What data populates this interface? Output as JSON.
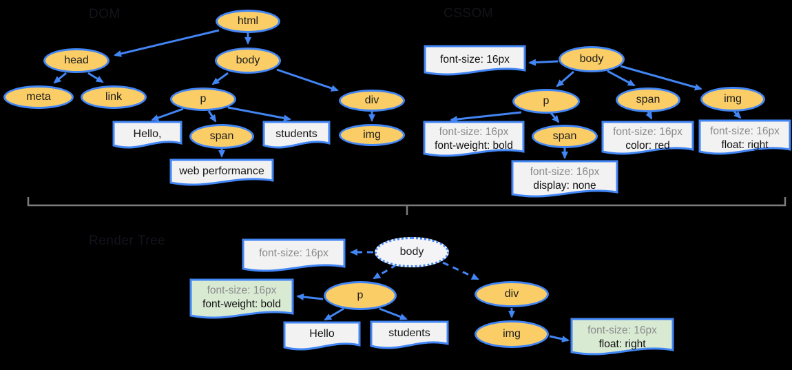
{
  "trees": {
    "dom": {
      "label": "DOM",
      "nodes": {
        "html": "html",
        "head": "head",
        "meta": "meta",
        "link": "link",
        "body": "body",
        "p": "p",
        "span": "span",
        "div": "div",
        "img": "img"
      },
      "text_boxes": {
        "hello": "Hello,",
        "students": "students",
        "web_performance": "web performance"
      }
    },
    "cssom": {
      "label": "CSSOM",
      "nodes": {
        "body": "body",
        "p": "p",
        "span": "span",
        "img": "img",
        "p_span": "span"
      },
      "style_boxes": {
        "body_style": {
          "line1": "font-size: 16px"
        },
        "p_style": {
          "line1": "font-size: 16px",
          "line2": "font-weight: bold"
        },
        "p_span_style": {
          "line1": "font-size: 16px",
          "line2": "display: none"
        },
        "span_style": {
          "line1": "font-size: 16px",
          "line2": "color: red"
        },
        "img_style": {
          "line1": "font-size: 16px",
          "line2": "float: right"
        }
      }
    },
    "render": {
      "label": "Render Tree",
      "nodes": {
        "body": "body",
        "p": "p",
        "div": "div",
        "img": "img"
      },
      "text_boxes": {
        "hello": "Hello",
        "students": "students"
      },
      "style_boxes": {
        "body_style": {
          "line1": "font-size: 16px"
        },
        "p_style": {
          "line1": "font-size: 16px",
          "line2": "font-weight: bold"
        },
        "img_style": {
          "line1": "font-size: 16px",
          "line2": "float: right"
        }
      }
    }
  },
  "colors": {
    "background": "#000000",
    "node_fill": "#FACD66",
    "node_stroke": "#4285F4",
    "arrow": "#4285F4",
    "box_fill": "#F2F2F2",
    "green_box_fill": "#D9EAD3",
    "gray_text": "#8B8B8B",
    "brace": "#7D7D7D"
  }
}
